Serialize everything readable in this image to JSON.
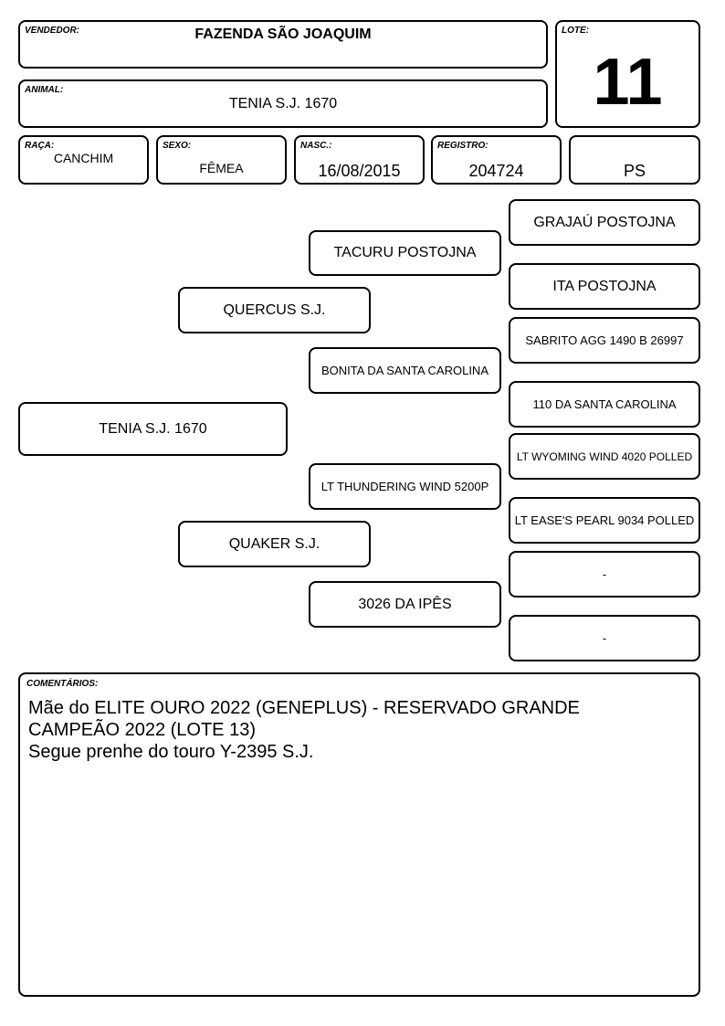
{
  "header": {
    "vendedor_label": "VENDEDOR:",
    "vendedor": "FAZENDA SÃO JOAQUIM",
    "lote_label": "LOTE:",
    "lote": "11",
    "animal_label": "ANIMAL:",
    "animal": "TENIA S.J. 1670",
    "raca_label": "RAÇA:",
    "raca": "CANCHIM",
    "sexo_label": "SEXO:",
    "sexo": "FÊMEA",
    "nasc_label": "NASC.:",
    "nasc": "16/08/2015",
    "registro_label": "REGISTRO:",
    "registro": "204724",
    "tipo": "PS"
  },
  "pedigree": {
    "animal": "TENIA S.J. 1670",
    "sire": "QUERCUS S.J.",
    "dam": "QUAKER S.J.",
    "sire_sire": "TACURU POSTOJNA",
    "sire_dam": "BONITA DA SANTA CAROLINA",
    "dam_sire": "LT THUNDERING WIND 5200P",
    "dam_dam": "3026 DA IPÊS",
    "ggp": [
      "GRAJAÚ POSTOJNA",
      "ITA POSTOJNA",
      "SABRITO AGG 1490 B 26997",
      "110 DA SANTA CAROLINA",
      "LT WYOMING WIND 4020 POLLED",
      "LT EASE'S PEARL 9034 POLLED",
      "-",
      "-"
    ]
  },
  "comments": {
    "label": "COMENTÁRIOS:",
    "lines": [
      "Mãe do ELITE OURO 2022 (GENEPLUS) - RESERVADO GRANDE",
      "CAMPEÃO 2022 (LOTE 13)",
      "Segue prenhe do touro Y-2395 S.J."
    ]
  }
}
